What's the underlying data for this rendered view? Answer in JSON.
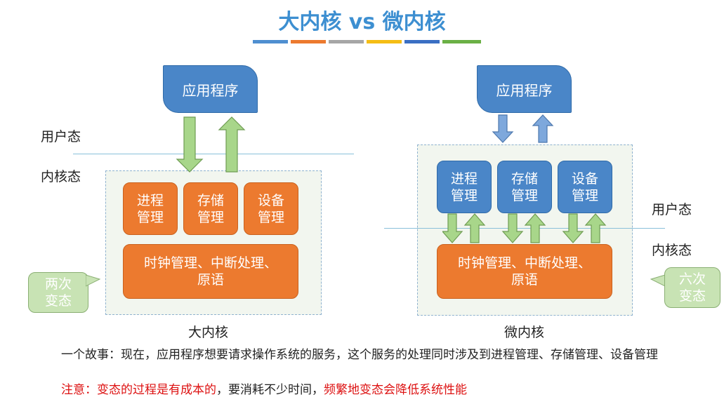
{
  "title": "大内核 vs 微内核",
  "stripe_colors": [
    "#4f8fd0",
    "#ec7a2f",
    "#a6a6a6",
    "#f5bd15",
    "#3a6fc3",
    "#6bb045"
  ],
  "colors": {
    "orange": "#ec7a2f",
    "blue": "#4a86c8",
    "green_arrow": "#a8d68a",
    "blue_arrow": "#7ea8dc",
    "title": "#3d8fd1",
    "note_red": "#dd1111"
  },
  "left": {
    "app": "应用程序",
    "user_mode": "用户态",
    "kernel_mode": "内核态",
    "modules": [
      {
        "l1": "进程",
        "l2": "管理"
      },
      {
        "l1": "存储",
        "l2": "管理"
      },
      {
        "l1": "设备",
        "l2": "管理"
      }
    ],
    "clock_l1": "时钟管理、中断处理、",
    "clock_l2": "原语",
    "callout_l1": "两次",
    "callout_l2": "变态",
    "caption": "大内核"
  },
  "right": {
    "app": "应用程序",
    "user_mode": "用户态",
    "kernel_mode": "内核态",
    "modules": [
      {
        "l1": "进程",
        "l2": "管理"
      },
      {
        "l1": "存储",
        "l2": "管理"
      },
      {
        "l1": "设备",
        "l2": "管理"
      }
    ],
    "clock_l1": "时钟管理、中断处理、",
    "clock_l2": "原语",
    "callout_l1": "六次",
    "callout_l2": "变态",
    "caption": "微内核"
  },
  "story": "一个故事：现在，应用程序想要请求操作系统的服务，这个服务的处理同时涉及到进程管理、存储管理、设备管理",
  "note": {
    "p1": "注意：变态的过程是有成本的",
    "p2": "，要消耗不少时间，",
    "p3": "频繁地变态会降低系统性能"
  }
}
